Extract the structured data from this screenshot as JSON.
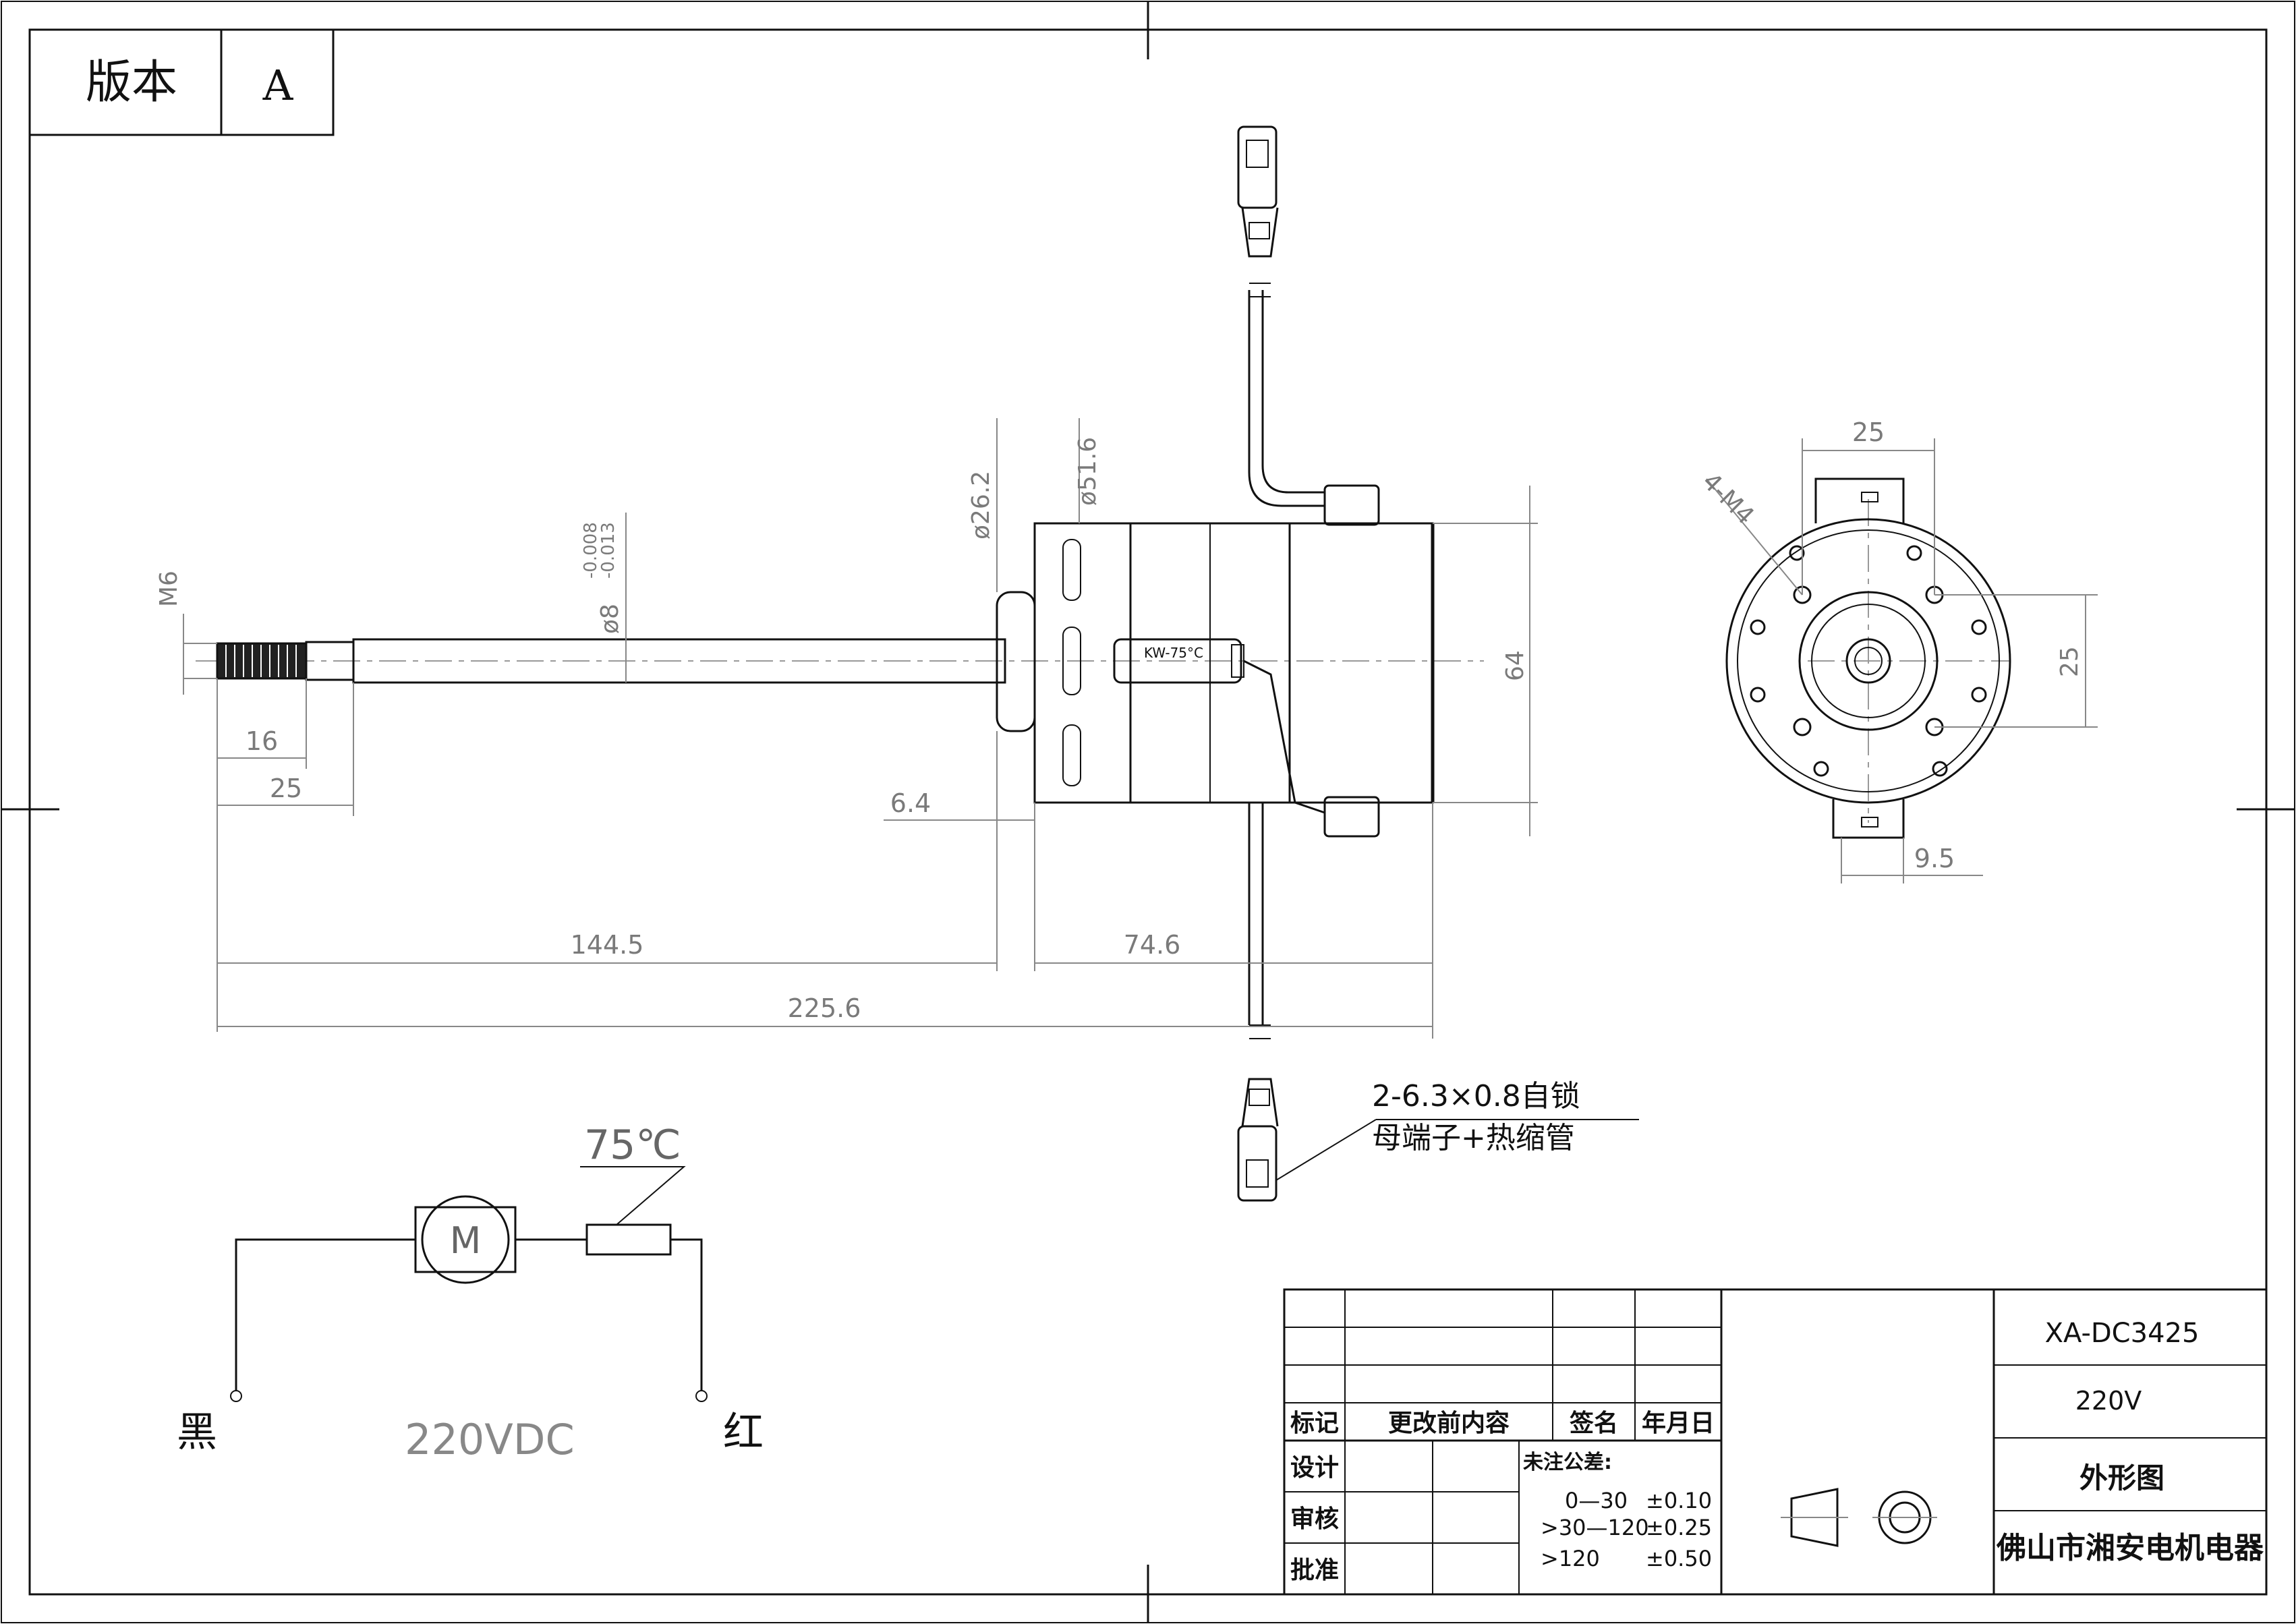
{
  "revision": {
    "label": "版本",
    "value": "A"
  },
  "front_view": {
    "thread_label": "M6",
    "shaft_tolerance_upper": "-0.008",
    "shaft_tolerance_lower": "-0.013",
    "shaft_diameter": "ø8",
    "flange_diameter": "ø26.2",
    "body_diameter": "ø51.6",
    "body_height": "64",
    "thread_length": "16",
    "shaft_step": "25",
    "flange_offset": "6.4",
    "shaft_length": "144.5",
    "body_length": "74.6",
    "total_length": "225.6",
    "thermal_protector_text": "KW-75°C"
  },
  "end_view": {
    "bolt_spec": "4-M4",
    "pitch_h": "25",
    "pitch_v": "25",
    "tab_width": "9.5"
  },
  "terminal_note": {
    "line1": "2-6.3×0.8自锁",
    "line2": "母端子+热缩管"
  },
  "schematic": {
    "motor_symbol": "M",
    "protector_temp": "75℃",
    "left_wire": "黑",
    "right_wire": "红",
    "supply": "220VDC"
  },
  "title_block": {
    "model": "XA-DC3425",
    "voltage": "220V",
    "drawing_name": "外形图",
    "company": "佛山市湘安电机电器",
    "rev_headers": [
      "标记",
      "更改前内容",
      "签名",
      "年月日"
    ],
    "roles": [
      "设计",
      "审核",
      "批准"
    ],
    "tolerance_title": "未注公差:",
    "tolerances": [
      {
        "range": "0—30",
        "value": "±0.10"
      },
      {
        "range": ">30—120",
        "value": "±0.25"
      },
      {
        "range": ">120",
        "value": "±0.50"
      }
    ]
  }
}
